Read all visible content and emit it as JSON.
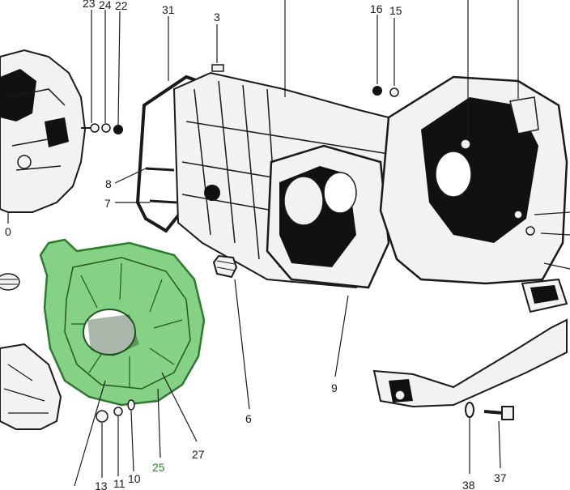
{
  "diagram": {
    "highlight_color": "#5cc25c",
    "highlight_text_color": "#2f7d2f",
    "ink_color": "#1a1a1a",
    "callouts": [
      {
        "id": "c23",
        "label": "23"
      },
      {
        "id": "c24",
        "label": "24"
      },
      {
        "id": "c22",
        "label": "22"
      },
      {
        "id": "c31",
        "label": "31"
      },
      {
        "id": "c3",
        "label": "3"
      },
      {
        "id": "c16",
        "label": "16"
      },
      {
        "id": "c15",
        "label": "15"
      },
      {
        "id": "c8",
        "label": "8"
      },
      {
        "id": "c7",
        "label": "7"
      },
      {
        "id": "c6",
        "label": "6"
      },
      {
        "id": "c9",
        "label": "9"
      },
      {
        "id": "c27",
        "label": "27"
      },
      {
        "id": "c25",
        "label": "25"
      },
      {
        "id": "c13",
        "label": "13"
      },
      {
        "id": "c11",
        "label": "11"
      },
      {
        "id": "c10",
        "label": "10"
      },
      {
        "id": "c38",
        "label": "38"
      },
      {
        "id": "c37",
        "label": "37"
      },
      {
        "id": "c0",
        "label": "0"
      }
    ]
  }
}
